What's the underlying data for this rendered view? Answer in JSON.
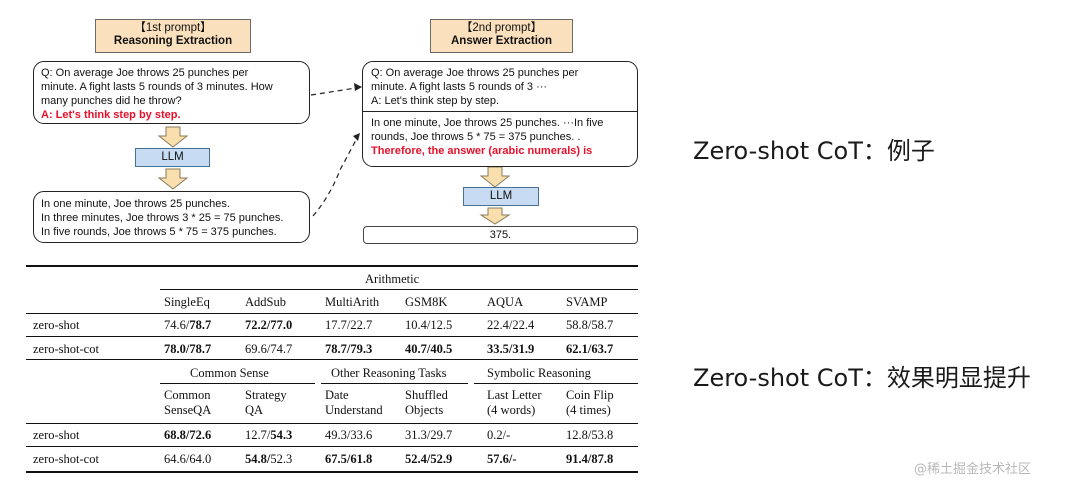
{
  "diagram": {
    "prompt1": {
      "title": "【1st prompt】",
      "subtitle": "Reasoning Extraction"
    },
    "prompt2": {
      "title": "【2nd prompt】",
      "subtitle": "Answer Extraction"
    },
    "q1": {
      "lines": [
        "Q: On average Joe throws 25 punches per",
        "minute.  A fight lasts 5 rounds of 3 minutes.  How",
        "many punches did he throw?"
      ],
      "cue": "A: Let's think step by step."
    },
    "llm_label": "LLM",
    "reasoning": {
      "lines": [
        "In one minute, Joe throws 25 punches.",
        "In three minutes, Joe throws 3 * 25 = 75 punches.",
        "In five rounds, Joe throws 5 * 75 = 375 punches."
      ]
    },
    "q2": {
      "lines": [
        "Q: On average Joe throws 25 punches per",
        "minute.  A fight lasts 5 rounds of 3 ···",
        "A: Let's think step by step."
      ],
      "reason_lines": [
        "In one minute, Joe throws 25 punches. ···In five",
        "rounds, Joe throws 5 * 75 = 375 punches.  ."
      ],
      "cue": "Therefore, the answer (arabic numerals) is"
    },
    "answer": "375."
  },
  "captions": {
    "example": "Zero-shot CoT：例子",
    "improvement": "Zero-shot CoT：效果明显提升"
  },
  "watermark": "@稀土掘金技术社区",
  "table": {
    "top_header": "Arithmetic",
    "top_columns": [
      "SingleEq",
      "AddSub",
      "MultiArith",
      "GSM8K",
      "AQUA",
      "SVAMP"
    ],
    "top_rows": [
      {
        "label": "zero-shot",
        "cells": [
          [
            "74.6/",
            "78.7"
          ],
          [
            "72.2/77.0",
            ""
          ],
          [
            "17.7/22.7",
            ""
          ],
          [
            "10.4/12.5",
            ""
          ],
          [
            "22.4/22.4",
            ""
          ],
          [
            "58.8/58.7",
            ""
          ]
        ],
        "bold": [
          [
            false,
            true
          ],
          [
            true,
            false
          ],
          [
            false,
            false
          ],
          [
            false,
            false
          ],
          [
            false,
            false
          ],
          [
            false,
            false
          ]
        ]
      },
      {
        "label": "zero-shot-cot",
        "cells": [
          [
            "78.0/78.7",
            ""
          ],
          [
            "69.6/74.7",
            ""
          ],
          [
            "78.7/79.3",
            ""
          ],
          [
            "40.7/40.5",
            ""
          ],
          [
            "33.5/31.9",
            ""
          ],
          [
            "62.1/63.7",
            ""
          ]
        ],
        "bold": [
          [
            true,
            false
          ],
          [
            false,
            false
          ],
          [
            true,
            false
          ],
          [
            true,
            false
          ],
          [
            true,
            false
          ],
          [
            true,
            false
          ]
        ]
      }
    ],
    "groups": [
      "Common Sense",
      "Other Reasoning Tasks",
      "Symbolic Reasoning"
    ],
    "bottom_columns": [
      [
        "Common",
        "SenseQA"
      ],
      [
        "Strategy",
        "QA"
      ],
      [
        "Date",
        "Understand"
      ],
      [
        "Shuffled",
        "Objects"
      ],
      [
        "Last Letter",
        "(4 words)"
      ],
      [
        "Coin Flip",
        "(4 times)"
      ]
    ],
    "bottom_rows": [
      {
        "label": "zero-shot",
        "cells": [
          [
            "68.8/72.6",
            ""
          ],
          [
            "12.7/",
            "54.3"
          ],
          [
            "49.3/33.6",
            ""
          ],
          [
            "31.3/29.7",
            ""
          ],
          [
            "0.2/-",
            ""
          ],
          [
            "12.8/53.8",
            ""
          ]
        ],
        "bold": [
          [
            true,
            false
          ],
          [
            false,
            true
          ],
          [
            false,
            false
          ],
          [
            false,
            false
          ],
          [
            false,
            false
          ],
          [
            false,
            false
          ]
        ]
      },
      {
        "label": "zero-shot-cot",
        "cells": [
          [
            "64.6/64.0",
            ""
          ],
          [
            "54.8/",
            "52.3"
          ],
          [
            "67.5/61.8",
            ""
          ],
          [
            "52.4/52.9",
            ""
          ],
          [
            "57.6/-",
            ""
          ],
          [
            "91.4/87.8",
            ""
          ]
        ],
        "bold": [
          [
            false,
            false
          ],
          [
            true,
            false
          ],
          [
            true,
            false
          ],
          [
            true,
            false
          ],
          [
            true,
            false
          ],
          [
            true,
            false
          ]
        ]
      }
    ]
  }
}
